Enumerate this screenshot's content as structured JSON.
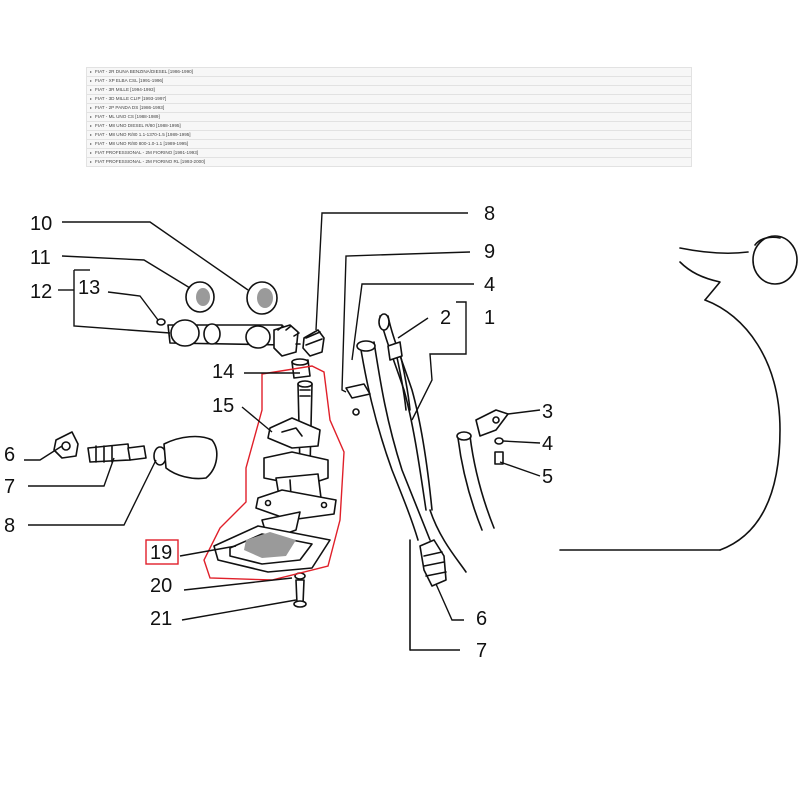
{
  "model_list": [
    "FIAT - 2R DUNA BENZINA/DIESEL [1986-1990]",
    "FIAT - XP ELBA CSL [1991-1996]",
    "FIAT - 3R MILLE [1994-1993]",
    "FIAT - 3D MILLE CLIP [1993-1997]",
    "FIAT - 2P PANDA DS [1986-1993]",
    "FIAT - ML UNO CS [1988-1989]",
    "FIAT - M8 UNO DIESEL R/80 [1988-1995]",
    "FIAT - M8 UNO R/80 1.1-1370-1.5 [1989-1995]",
    "FIAT - M8 UNO R/80 800-1.0-1.1 [1989-1995]",
    "FIAT PROFESSIONAL - 2M FIORINO [1991-1993]",
    "FIAT PROFESSIONAL - 2M FIORINO RL [1993-2000]"
  ],
  "callouts": {
    "c10": "10",
    "c11": "11",
    "c12": "12",
    "c13": "13",
    "c14": "14",
    "c15": "15",
    "c6_left": "6",
    "c7_left": "7",
    "c8_left": "8",
    "c19": "19",
    "c20": "20",
    "c21": "21",
    "c8_top": "8",
    "c9": "9",
    "c4_top": "4",
    "c2": "2",
    "c1": "1",
    "c3": "3",
    "c4_right": "4",
    "c5": "5",
    "c6_bottom": "6",
    "c7_bottom": "7"
  },
  "colors": {
    "highlight": "#e0202a",
    "line": "#111111"
  }
}
